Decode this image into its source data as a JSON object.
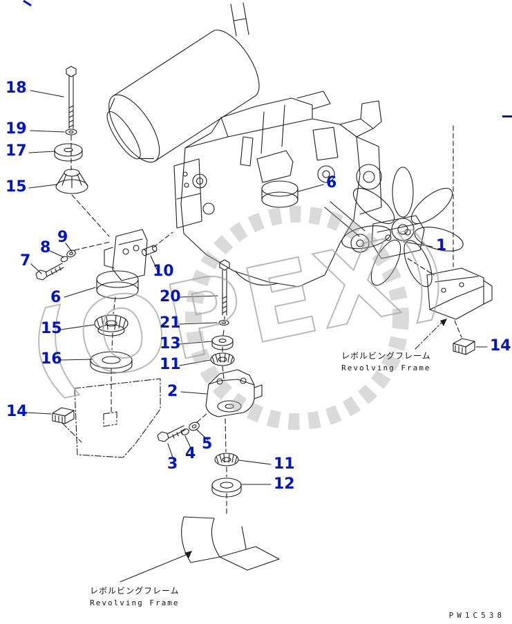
{
  "diagram": {
    "code": "PW1C538",
    "watermark": "(OPEX)",
    "callouts": [
      "18",
      "19",
      "17",
      "15",
      "9",
      "8",
      "7",
      "6",
      "10",
      "20",
      "21",
      "13",
      "11",
      "2",
      "15",
      "16",
      "14",
      "3",
      "4",
      "5",
      "11",
      "12",
      "6",
      "1",
      "14"
    ],
    "frame_labels": [
      {
        "jp": "レボルビングフレーム",
        "en": "Revolving Frame"
      },
      {
        "jp": "レボルビングフレーム",
        "en": "Revolving Frame"
      }
    ],
    "colors": {
      "callout_blue": "#0013cc",
      "line_black": "#1c1c1c",
      "watermark_gray": "#a2a2a2"
    }
  }
}
